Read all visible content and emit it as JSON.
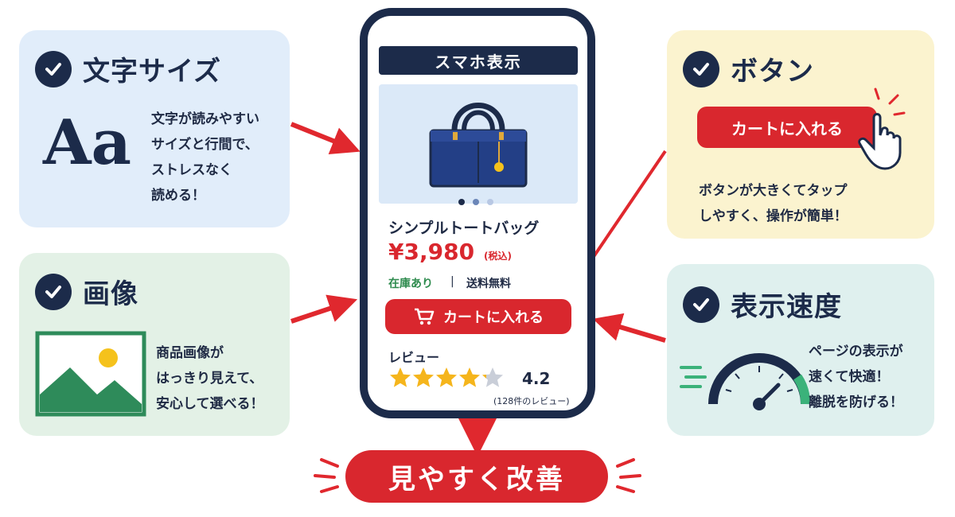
{
  "phone": {
    "header": "スマホ表示",
    "product_name": "シンプルトートバッグ",
    "price": "¥3,980",
    "price_tax": "(税込)",
    "stock": "在庫あり",
    "separator": "|",
    "shipping": "送料無料",
    "cart_button": "カートに入れる",
    "review_label": "レビュー",
    "rating": "4.2",
    "rating_value": 4.2,
    "review_count": "(128件のレビュー)"
  },
  "cards": {
    "text_size": {
      "title": "文字サイズ",
      "sample": "Aa",
      "lines": [
        "文字が読みやすい",
        "サイズと行間で、",
        "ストレスなく",
        "読める！"
      ]
    },
    "image": {
      "title": "画像",
      "lines": [
        "商品画像が",
        "はっきり見えて、",
        "安心して選べる！"
      ]
    },
    "button": {
      "title": "ボタン",
      "button_label": "カートに入れる",
      "lines": [
        "ボタンが大きくてタップ",
        "しやすく、操作が簡単！"
      ]
    },
    "speed": {
      "title": "表示速度",
      "lines": [
        "ページの表示が",
        "速くて快適！",
        "離脱を防げる！"
      ]
    }
  },
  "result": {
    "label": "見やすく改善"
  },
  "colors": {
    "navy": "#1c2b4a",
    "red": "#d9272e",
    "green": "#2e8b4e",
    "star": "#f5b51c"
  },
  "icons": [
    "check-icon",
    "cart-icon",
    "star-icon",
    "image-icon",
    "pointer-hand-icon",
    "speedometer-icon",
    "bag-icon"
  ]
}
